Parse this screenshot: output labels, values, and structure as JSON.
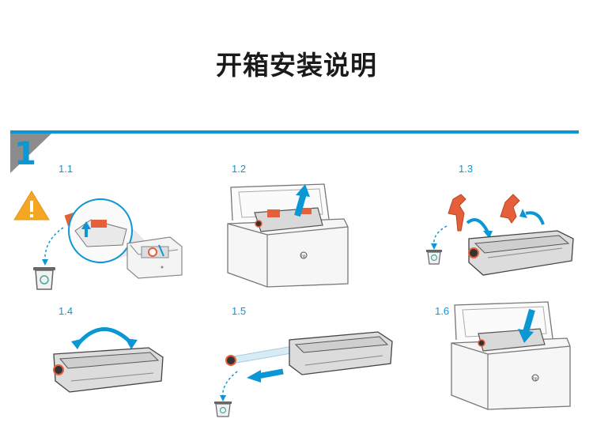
{
  "title": "开箱安装说明",
  "section": {
    "number": "1"
  },
  "steps": [
    {
      "label": "1.1"
    },
    {
      "label": "1.2"
    },
    {
      "label": "1.3"
    },
    {
      "label": "1.4"
    },
    {
      "label": "1.5"
    },
    {
      "label": "1.6"
    }
  ],
  "colors": {
    "accent": "#0b97d3",
    "warning": "#f5a623",
    "tape": "#e5603a",
    "badge_gray": "#8c8c8c"
  },
  "icons": {
    "warning": "warning-triangle-icon",
    "recycle": "recycle-bin-icon",
    "arrow": "blue-arrow-icon",
    "hp_logo": "hp-logo-icon"
  }
}
